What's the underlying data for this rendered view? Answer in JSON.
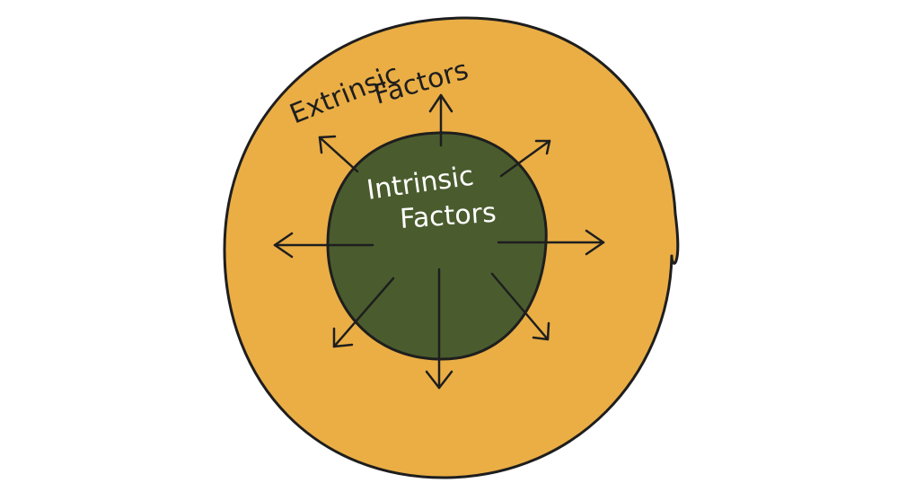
{
  "diagram": {
    "outer_label_line1": "Extrinsic",
    "outer_label_line2": "Factors",
    "inner_label_line1": "Intrinsic",
    "inner_label_line2": "Factors"
  },
  "colors": {
    "outer_fill": "#EAAE45",
    "inner_fill": "#4A5C2E",
    "stroke": "#1E1E1E",
    "inner_text": "#FFFFFF",
    "outer_text": "#1E1E1E",
    "background": "#FFFFFF"
  },
  "arrow_directions": [
    "up",
    "up-right",
    "right",
    "down-right",
    "down",
    "down-left",
    "left",
    "up-left"
  ]
}
